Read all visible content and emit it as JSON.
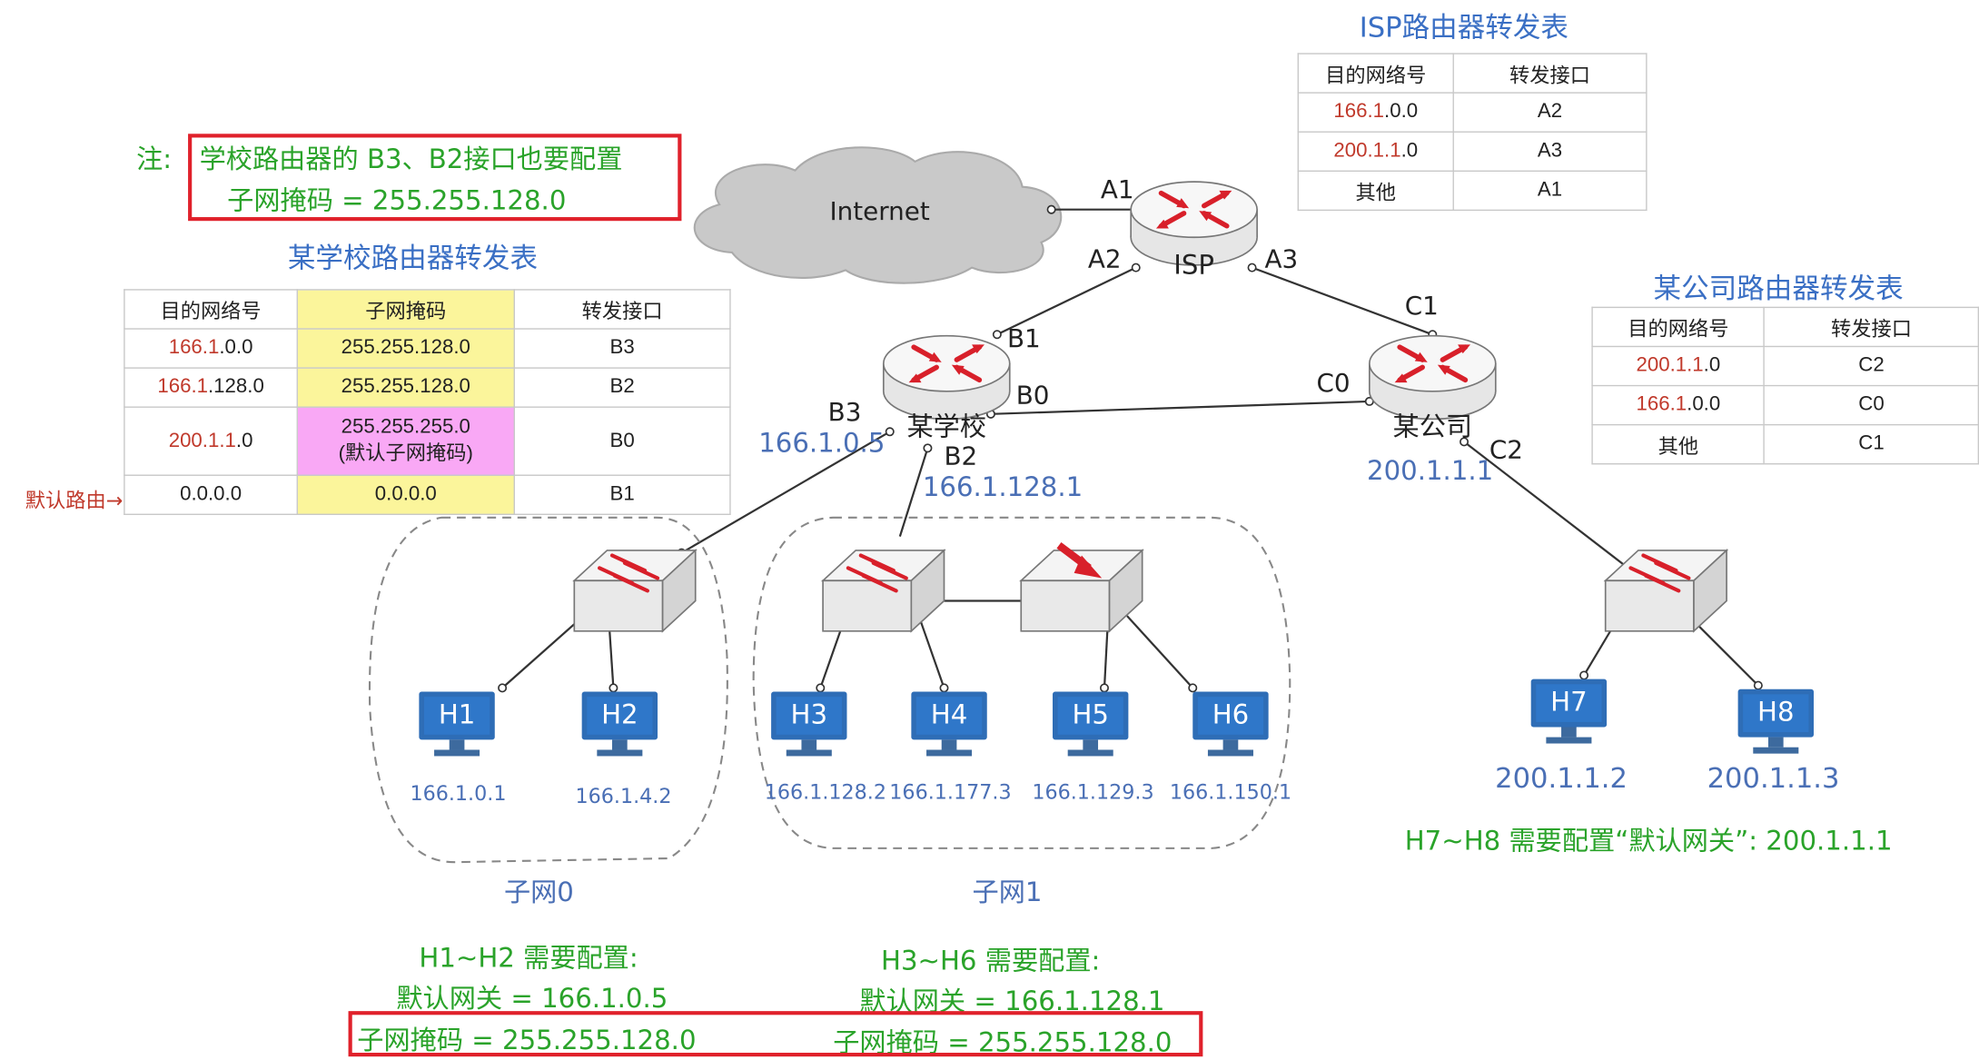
{
  "note": {
    "prefix": "注:",
    "line1": "学校路由器的 B3、B2接口也要配置",
    "line2": "子网掩码 = 255.255.128.0"
  },
  "isp_table": {
    "title": "ISP路由器转发表",
    "headers": [
      "目的网络号",
      "转发接口"
    ],
    "rows": [
      {
        "dest_red": "166.1",
        "dest_rest": ".0.0",
        "iface": "A2"
      },
      {
        "dest_red": "200.1.1",
        "dest_rest": ".0",
        "iface": "A3"
      },
      {
        "dest_red": "",
        "dest_rest": "其他",
        "iface": "A1"
      }
    ]
  },
  "school_table": {
    "title": "某学校路由器转发表",
    "headers": [
      "目的网络号",
      "子网掩码",
      "转发接口"
    ],
    "rows": [
      {
        "dest_red": "166.1",
        "dest_rest": ".0.0",
        "mask": "255.255.128.0",
        "mask_note": "",
        "iface": "B3"
      },
      {
        "dest_red": "166.1",
        "dest_rest": ".128.0",
        "mask": "255.255.128.0",
        "mask_note": "",
        "iface": "B2"
      },
      {
        "dest_red": "200.1.1",
        "dest_rest": ".0",
        "mask": "255.255.255.0",
        "mask_note": "(默认子网掩码)",
        "iface": "B0"
      },
      {
        "dest_red": "",
        "dest_rest": "0.0.0.0",
        "mask": "0.0.0.0",
        "mask_note": "",
        "iface": "B1"
      }
    ],
    "default_route_label": "默认路由→"
  },
  "company_table": {
    "title": "某公司路由器转发表",
    "headers": [
      "目的网络号",
      "转发接口"
    ],
    "rows": [
      {
        "dest_red": "200.1.1",
        "dest_rest": ".0",
        "iface": "C2"
      },
      {
        "dest_red": "166.1",
        "dest_rest": ".0.0",
        "iface": "C0"
      },
      {
        "dest_red": "",
        "dest_rest": "其他",
        "iface": "C1"
      }
    ]
  },
  "network": {
    "internet": "Internet",
    "isp_router": "ISP",
    "school_router": "某学校",
    "company_router": "某公司",
    "ports": {
      "A1": "A1",
      "A2": "A2",
      "A3": "A3",
      "B0": "B0",
      "B1": "B1",
      "B2": "B2",
      "B3": "B3",
      "C0": "C0",
      "C1": "C1",
      "C2": "C2"
    },
    "ips": {
      "b3": "166.1.0.5",
      "b2": "166.1.128.1",
      "c2": "200.1.1.1"
    },
    "hosts": [
      {
        "name": "H1",
        "ip": "166.1.0.1"
      },
      {
        "name": "H2",
        "ip": "166.1.4.2"
      },
      {
        "name": "H3",
        "ip": "166.1.128.2"
      },
      {
        "name": "H4",
        "ip": "166.1.177.3"
      },
      {
        "name": "H5",
        "ip": "166.1.129.3"
      },
      {
        "name": "H6",
        "ip": "166.1.150.1"
      },
      {
        "name": "H7",
        "ip": "200.1.1.2"
      },
      {
        "name": "H8",
        "ip": "200.1.1.3"
      }
    ],
    "subnet0": "子网0",
    "subnet1": "子网1"
  },
  "config": {
    "h1h2_title": "H1~H2 需要配置:",
    "h1h2_gw": "默认网关 = 166.1.0.5",
    "h1h2_mask": "子网掩码 = 255.255.128.0",
    "h3h6_title": "H3~H6 需要配置:",
    "h3h6_gw": "默认网关 = 166.1.128.1",
    "h3h6_mask": "子网掩码 = 255.255.128.0",
    "h7h8": "H7~H8 需要配置“默认网关”: 200.1.1.1"
  },
  "colors": {
    "title_blue": "#3a6fc4",
    "green": "#2aa32a",
    "red": "#c0392b",
    "highlight_yellow": "#fbf59b",
    "highlight_pink": "#f9a8f5",
    "box_red": "#e0212b"
  }
}
